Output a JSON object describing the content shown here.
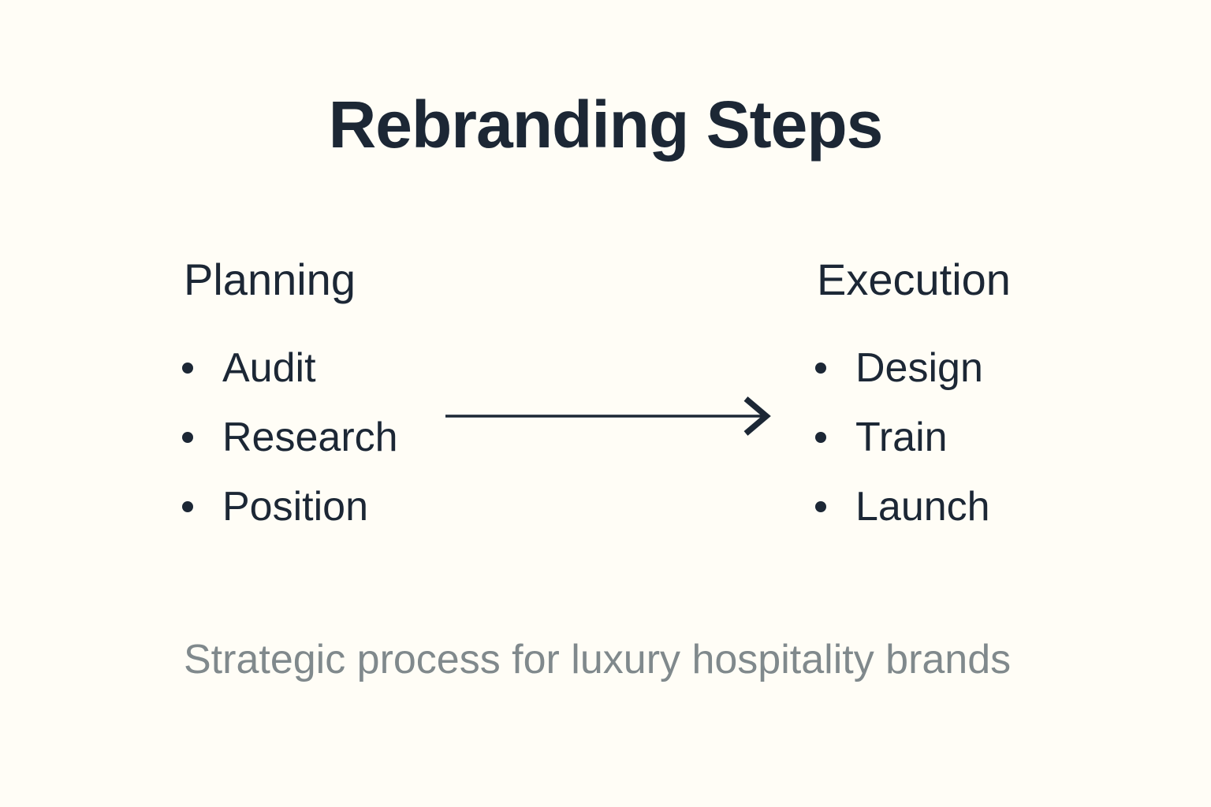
{
  "title": "Rebranding Steps",
  "columns": [
    {
      "heading": "Planning",
      "items": [
        "Audit",
        "Research",
        "Position"
      ]
    },
    {
      "heading": "Execution",
      "items": [
        "Design",
        "Train",
        "Launch"
      ]
    }
  ],
  "arrow": {
    "direction": "right"
  },
  "footer": "Strategic process for luxury hospitality brands",
  "colors": {
    "background": "#fffdf6",
    "text": "#1c2735",
    "muted": "#80898c"
  }
}
